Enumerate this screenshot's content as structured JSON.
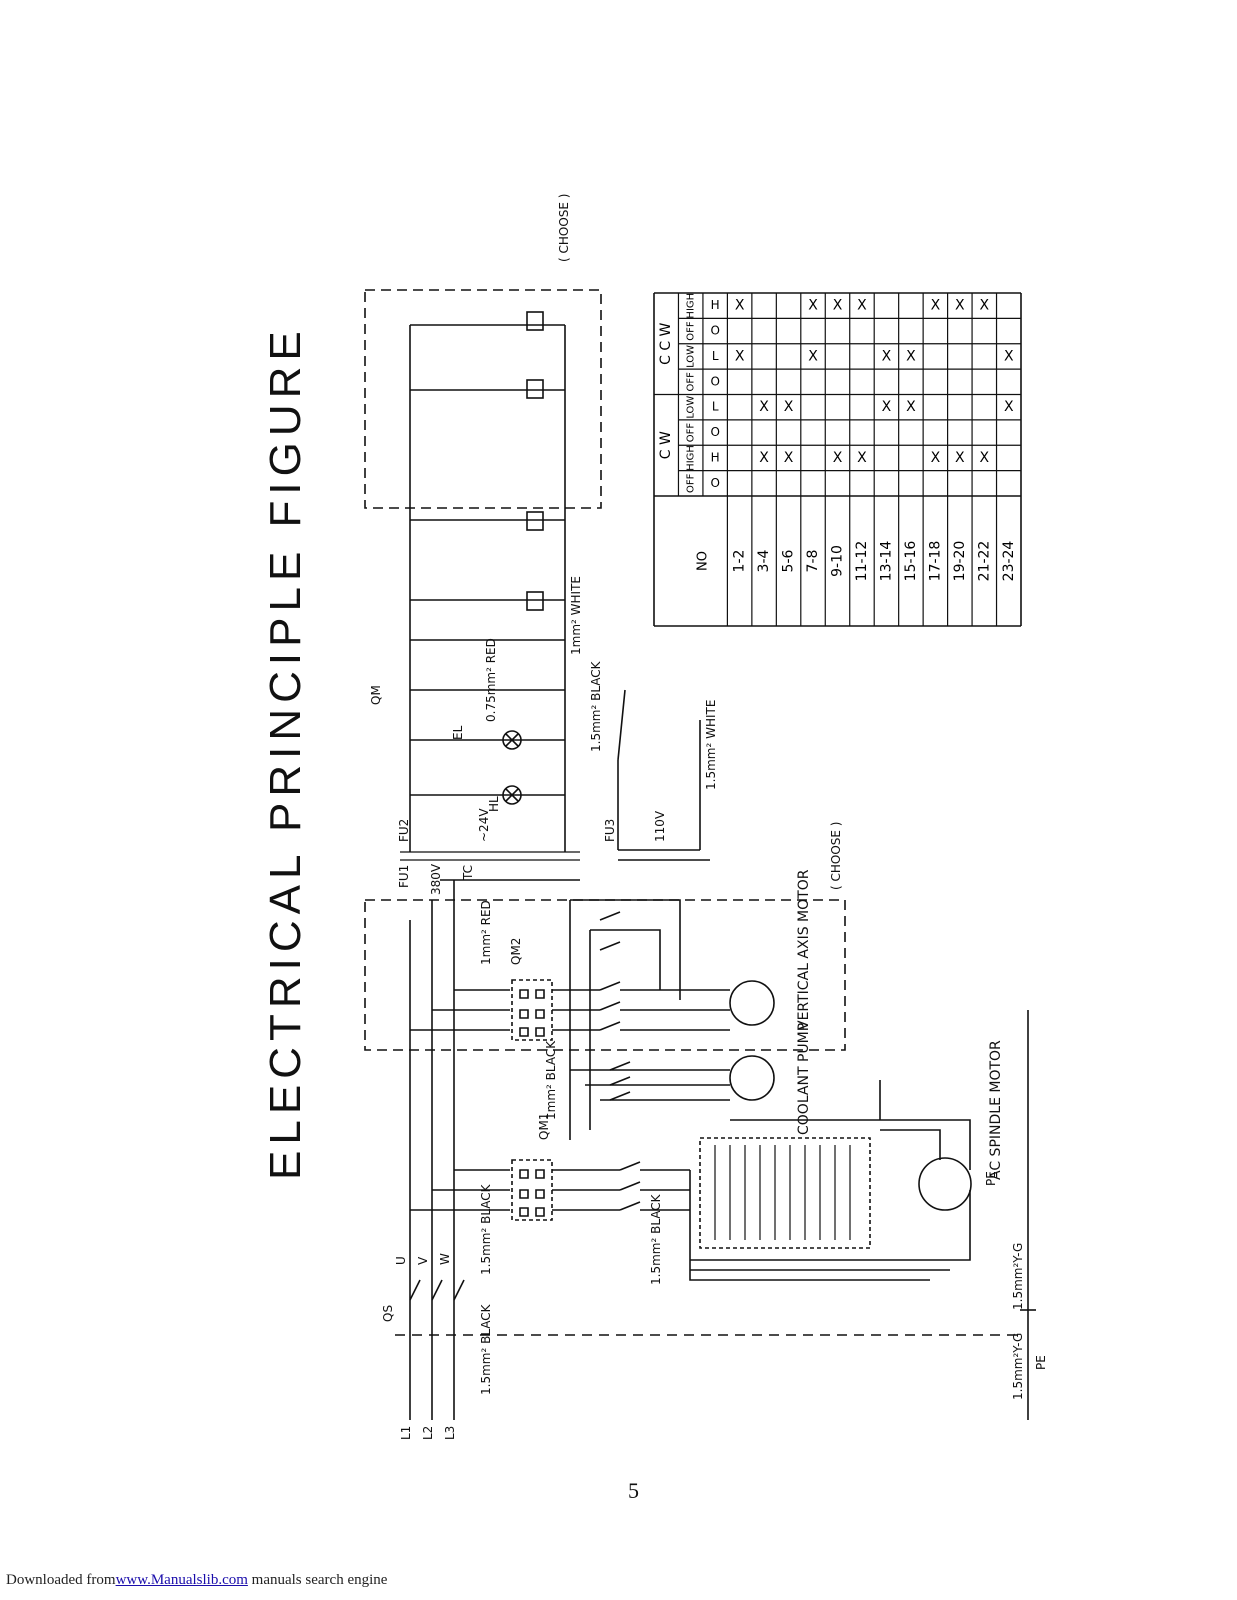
{
  "title": "ELECTRICAL PRINCIPLE FIGURE",
  "page_number": "5",
  "footer": {
    "prefix": "Downloaded from",
    "link": "www.Manualslib.com",
    "suffix": " manuals search engine"
  },
  "labels": {
    "choose_top": "( CHOOSE )",
    "choose_mid": "( CHOOSE )",
    "vertical_axis_motor": "VERTICAL AXIS MOTOR",
    "coolant_pump": "COOLANT PUMP",
    "ac_spindle_motor": "AC SPINDLE MOTOR",
    "qs": "QS",
    "fu1": "FU1",
    "fu2": "FU2",
    "fu3": "FU3",
    "v380": "380V",
    "tc": "TC",
    "v24": "~24V",
    "v110": "110V",
    "hl": "HL",
    "el": "EL",
    "qm1": "QM1",
    "qm2": "QM2",
    "qm": "QM",
    "pe": "PE",
    "wire_black_main": "1.5mm² BLACK",
    "wire_black_mid": "1.5mm² BLACK",
    "wire_black_m1": "1.5mm² BLACK",
    "wire_black_qm1": "1mm² BLACK",
    "wire_red_qm2": "1mm² RED",
    "wire_red_075": "0.75mm² RED",
    "wire_white_1": "1mm² WHITE",
    "wire_black_15": "1.5mm² BLACK",
    "wire_white_15": "1.5mm² WHITE",
    "wire_yg_left": "1.5mm²Y-G",
    "wire_yg_right": "1.5mm²Y-G",
    "l1": "L1",
    "l2": "L2",
    "l3": "L3",
    "u": "U",
    "v": "V",
    "w": "W"
  },
  "switch_table": {
    "no_header": "NO",
    "groups": [
      "C   W",
      "C  C  W"
    ],
    "sub_headers": [
      "OFF",
      "HIGH",
      "OFF",
      "LOW",
      "OFF",
      "LOW",
      "OFF",
      "HIGH"
    ],
    "codes": [
      "O",
      "H",
      "O",
      "L",
      "O",
      "L",
      "O",
      "H"
    ],
    "rows": [
      {
        "no": "1-2",
        "marks": [
          "",
          "",
          "",
          "",
          "",
          "X",
          "",
          "X"
        ]
      },
      {
        "no": "3-4",
        "marks": [
          "",
          "X",
          "",
          "X",
          "",
          "",
          "",
          ""
        ]
      },
      {
        "no": "5-6",
        "marks": [
          "",
          "X",
          "",
          "X",
          "",
          "",
          "",
          ""
        ]
      },
      {
        "no": "7-8",
        "marks": [
          "",
          "",
          "",
          "",
          "",
          "X",
          "",
          "X"
        ]
      },
      {
        "no": "9-10",
        "marks": [
          "",
          "X",
          "",
          "",
          "",
          "",
          "",
          "X"
        ]
      },
      {
        "no": "11-12",
        "marks": [
          "",
          "X",
          "",
          "",
          "",
          "",
          "",
          "X"
        ]
      },
      {
        "no": "13-14",
        "marks": [
          "",
          "",
          "",
          "X",
          "",
          "X",
          "",
          ""
        ]
      },
      {
        "no": "15-16",
        "marks": [
          "",
          "",
          "",
          "X",
          "",
          "X",
          "",
          ""
        ]
      },
      {
        "no": "17-18",
        "marks": [
          "",
          "X",
          "",
          "",
          "",
          "",
          "",
          "X"
        ]
      },
      {
        "no": "19-20",
        "marks": [
          "",
          "X",
          "",
          "",
          "",
          "",
          "",
          "X"
        ]
      },
      {
        "no": "21-22",
        "marks": [
          "",
          "X",
          "",
          "",
          "",
          "",
          "",
          "X"
        ]
      },
      {
        "no": "23-24",
        "marks": [
          "",
          "",
          "",
          "X",
          "",
          "X",
          "",
          ""
        ]
      }
    ]
  }
}
